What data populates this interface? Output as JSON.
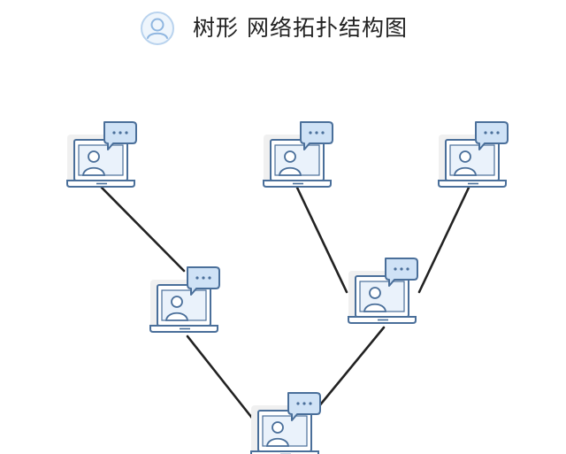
{
  "header": {
    "title": "树形 网络拓扑结构图",
    "icon": "user-avatar-icon"
  },
  "diagram": {
    "node_icon": "laptop-user-chat-icon",
    "colors": {
      "line": "#222222",
      "icon_stroke": "#4a6f9a",
      "icon_fill": "#d9e8f7",
      "bubble_fill": "#cfe2f6",
      "shadow": "#eeeeee"
    },
    "nodes": [
      {
        "id": "leaf-1",
        "label": ""
      },
      {
        "id": "leaf-2",
        "label": ""
      },
      {
        "id": "leaf-3",
        "label": ""
      },
      {
        "id": "mid-left",
        "label": ""
      },
      {
        "id": "mid-right",
        "label": ""
      },
      {
        "id": "root",
        "label": ""
      }
    ],
    "edges": [
      {
        "from": "leaf-1",
        "to": "mid-left"
      },
      {
        "from": "leaf-2",
        "to": "mid-right"
      },
      {
        "from": "leaf-3",
        "to": "mid-right"
      },
      {
        "from": "mid-left",
        "to": "root"
      },
      {
        "from": "mid-right",
        "to": "root"
      }
    ]
  }
}
